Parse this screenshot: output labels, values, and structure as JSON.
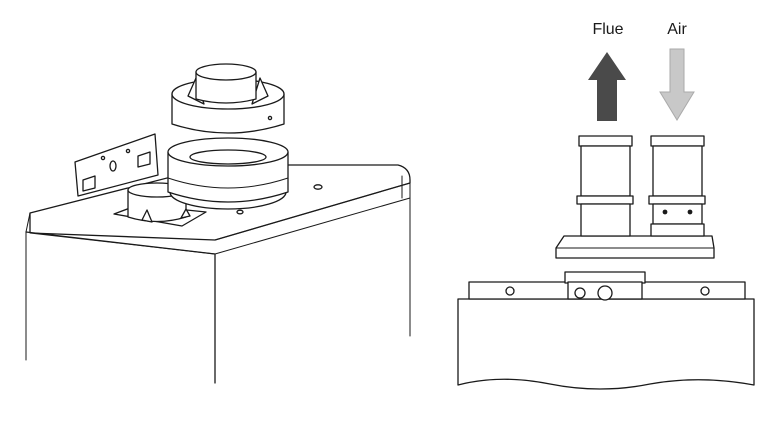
{
  "labels": {
    "flue": "Flue",
    "air": "Air"
  },
  "colors": {
    "flue_arrow": "#4a4a4a",
    "air_arrow": "#c8c8c8",
    "line": "#1a1a1a",
    "background": "#ffffff"
  },
  "icons": {
    "flue_direction": "arrow-up",
    "air_direction": "arrow-down"
  }
}
